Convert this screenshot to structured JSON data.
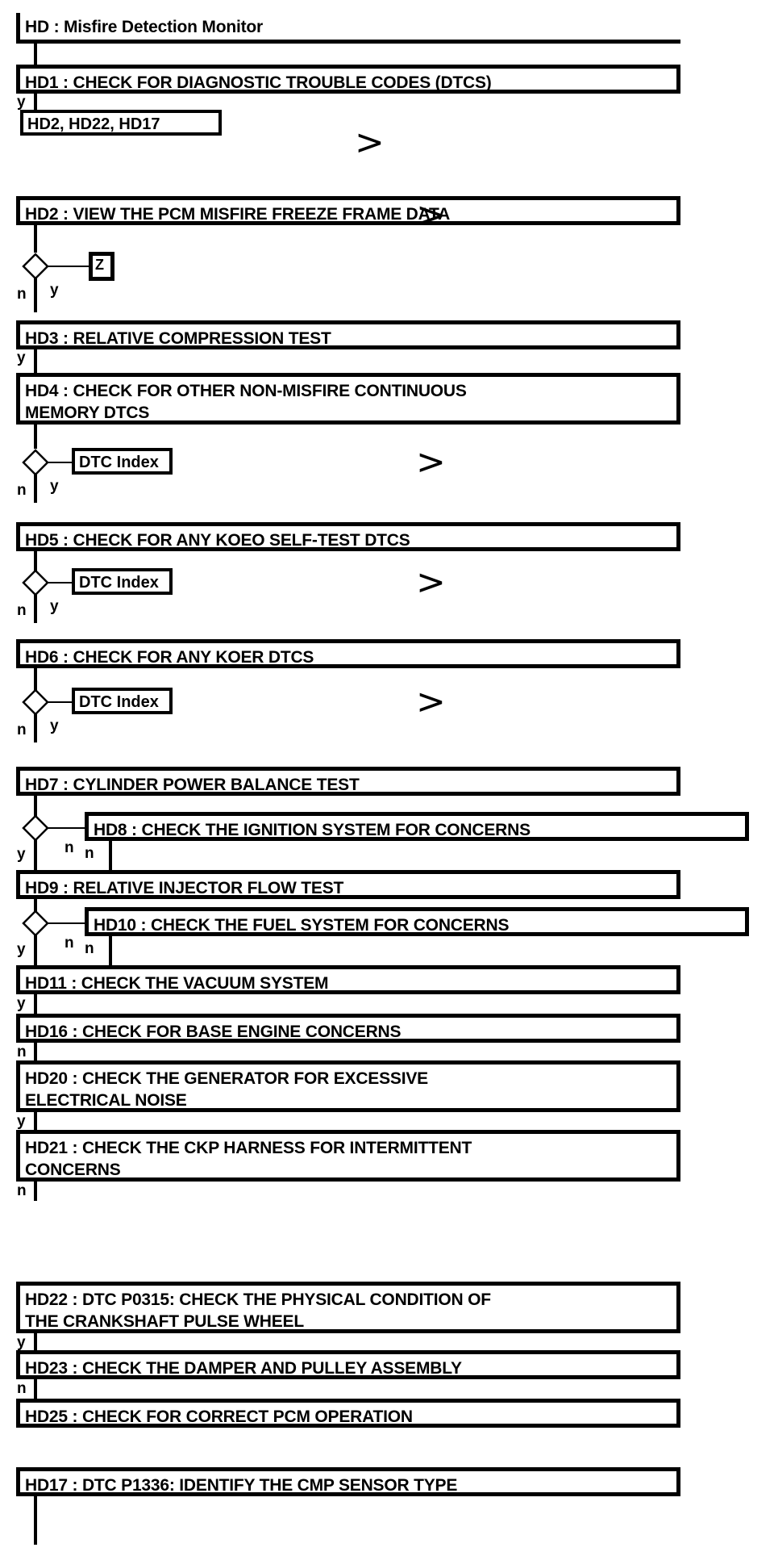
{
  "diagram": {
    "title": "HD : Misfire Detection Monitor",
    "type": "flowchart",
    "background": "#ffffff",
    "line_color": "#000000",
    "text_color": "#000000"
  },
  "nodes": {
    "hd": {
      "id": "HD",
      "label": "HD : Misfire Detection Monitor"
    },
    "hd1": {
      "id": "HD1",
      "label": "HD1 : CHECK FOR DIAGNOSTIC TROUBLE CODES (DTCS)"
    },
    "hd2": {
      "id": "HD2",
      "label": "HD2 : VIEW THE PCM MISFIRE FREEZE FRAME DATA"
    },
    "hd3": {
      "id": "HD3",
      "label": "HD3 : RELATIVE COMPRESSION TEST"
    },
    "hd4": {
      "id": "HD4",
      "label": "HD4 : CHECK FOR OTHER NON-MISFIRE CONTINUOUS\nMEMORY DTCS"
    },
    "hd5": {
      "id": "HD5",
      "label": "HD5 : CHECK FOR ANY KOEO SELF-TEST DTCS"
    },
    "hd6": {
      "id": "HD6",
      "label": "HD6 : CHECK FOR ANY KOER DTCS"
    },
    "hd7": {
      "id": "HD7",
      "label": "HD7 : CYLINDER POWER BALANCE TEST"
    },
    "hd8": {
      "id": "HD8",
      "label": "HD8 : CHECK THE IGNITION SYSTEM FOR CONCERNS"
    },
    "hd9": {
      "id": "HD9",
      "label": "HD9 : RELATIVE INJECTOR FLOW TEST"
    },
    "hd10": {
      "id": "HD10",
      "label": "HD10 : CHECK THE FUEL SYSTEM FOR CONCERNS"
    },
    "hd11": {
      "id": "HD11",
      "label": "HD11 : CHECK THE VACUUM SYSTEM"
    },
    "hd16": {
      "id": "HD16",
      "label": "HD16 : CHECK FOR BASE ENGINE CONCERNS"
    },
    "hd20": {
      "id": "HD20",
      "label": "HD20 : CHECK THE GENERATOR FOR EXCESSIVE\nELECTRICAL NOISE"
    },
    "hd21": {
      "id": "HD21",
      "label": "HD21 : CHECK THE CKP HARNESS FOR INTERMITTENT\nCONCERNS"
    },
    "hd22": {
      "id": "HD22",
      "label": "HD22 : DTC P0315: CHECK THE PHYSICAL CONDITION OF\nTHE CRANKSHAFT PULSE WHEEL"
    },
    "hd23": {
      "id": "HD23",
      "label": "HD23 : CHECK THE DAMPER AND PULLEY ASSEMBLY"
    },
    "hd25": {
      "id": "HD25",
      "label": "HD25 : CHECK FOR CORRECT PCM OPERATION"
    },
    "hd17": {
      "id": "HD17",
      "label": "HD17 : DTC P1336: IDENTIFY THE CMP SENSOR TYPE"
    }
  },
  "refs": {
    "ref1": {
      "label": "HD2, HD22, HD17"
    },
    "ref2": {
      "label": "Z"
    },
    "ref3": {
      "label": "DTC Index"
    },
    "ref4": {
      "label": "DTC Index"
    },
    "ref5": {
      "label": "DTC Index"
    }
  },
  "offpage_markers": {
    "m1": {
      "glyph": ">"
    },
    "m2": {
      "glyph": ">"
    },
    "m3": {
      "glyph": ">"
    },
    "m4": {
      "glyph": ">"
    },
    "m5": {
      "glyph": ">"
    }
  },
  "edge_labels": {
    "hd1_y": "y",
    "hd2_n": "n",
    "hd2_y": "y",
    "hd3_y": "y",
    "hd4_n": "n",
    "hd4_y": "y",
    "hd5_n": "n",
    "hd5_y": "y",
    "hd6_n": "n",
    "hd6_y": "y",
    "hd7_y": "y",
    "hd7_n": "n",
    "hd8_n": "n",
    "hd9_y": "y",
    "hd9_n": "n",
    "hd10_n": "n",
    "hd11_y": "y",
    "hd16_n": "n",
    "hd20_y": "y",
    "hd21_n": "n",
    "hd22_y": "y",
    "hd23_n": "n"
  }
}
